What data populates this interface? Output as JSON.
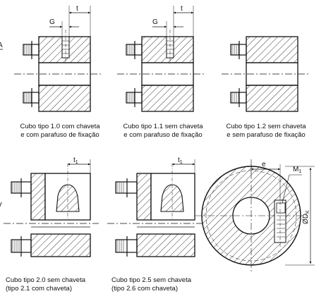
{
  "figures": [
    {
      "id": "hub-1-0",
      "caption": [
        "Cubo tipo 1.0 com chaveta",
        "e com parafuso de fixação"
      ],
      "dims": [
        "G",
        "t"
      ]
    },
    {
      "id": "hub-1-1",
      "caption": [
        "Cubo tipo 1.1 sem chaveta",
        "e com parafuso de fixação"
      ],
      "dims": [
        "G",
        "t"
      ]
    },
    {
      "id": "hub-1-2",
      "caption": [
        "Cubo tipo 1.2 sem chaveta",
        "e sem parafuso de fixação"
      ],
      "dims": []
    },
    {
      "id": "hub-2-0",
      "caption": [
        "Cubo tipo 2.0 sem chaveta",
        "(tipo 2.1 com chaveta)"
      ],
      "dims": [
        "t",
        "1"
      ]
    },
    {
      "id": "hub-2-5",
      "caption": [
        "Cubo tipo 2.5 sem chaveta",
        "(tipo 2.6 com chaveta)"
      ],
      "dims": [
        "t",
        "1"
      ]
    },
    {
      "id": "hub-section",
      "caption": [],
      "dims": [
        "e",
        "M",
        "1",
        "ØD",
        "K"
      ]
    }
  ],
  "edge_labels": [
    "A",
    "V"
  ]
}
